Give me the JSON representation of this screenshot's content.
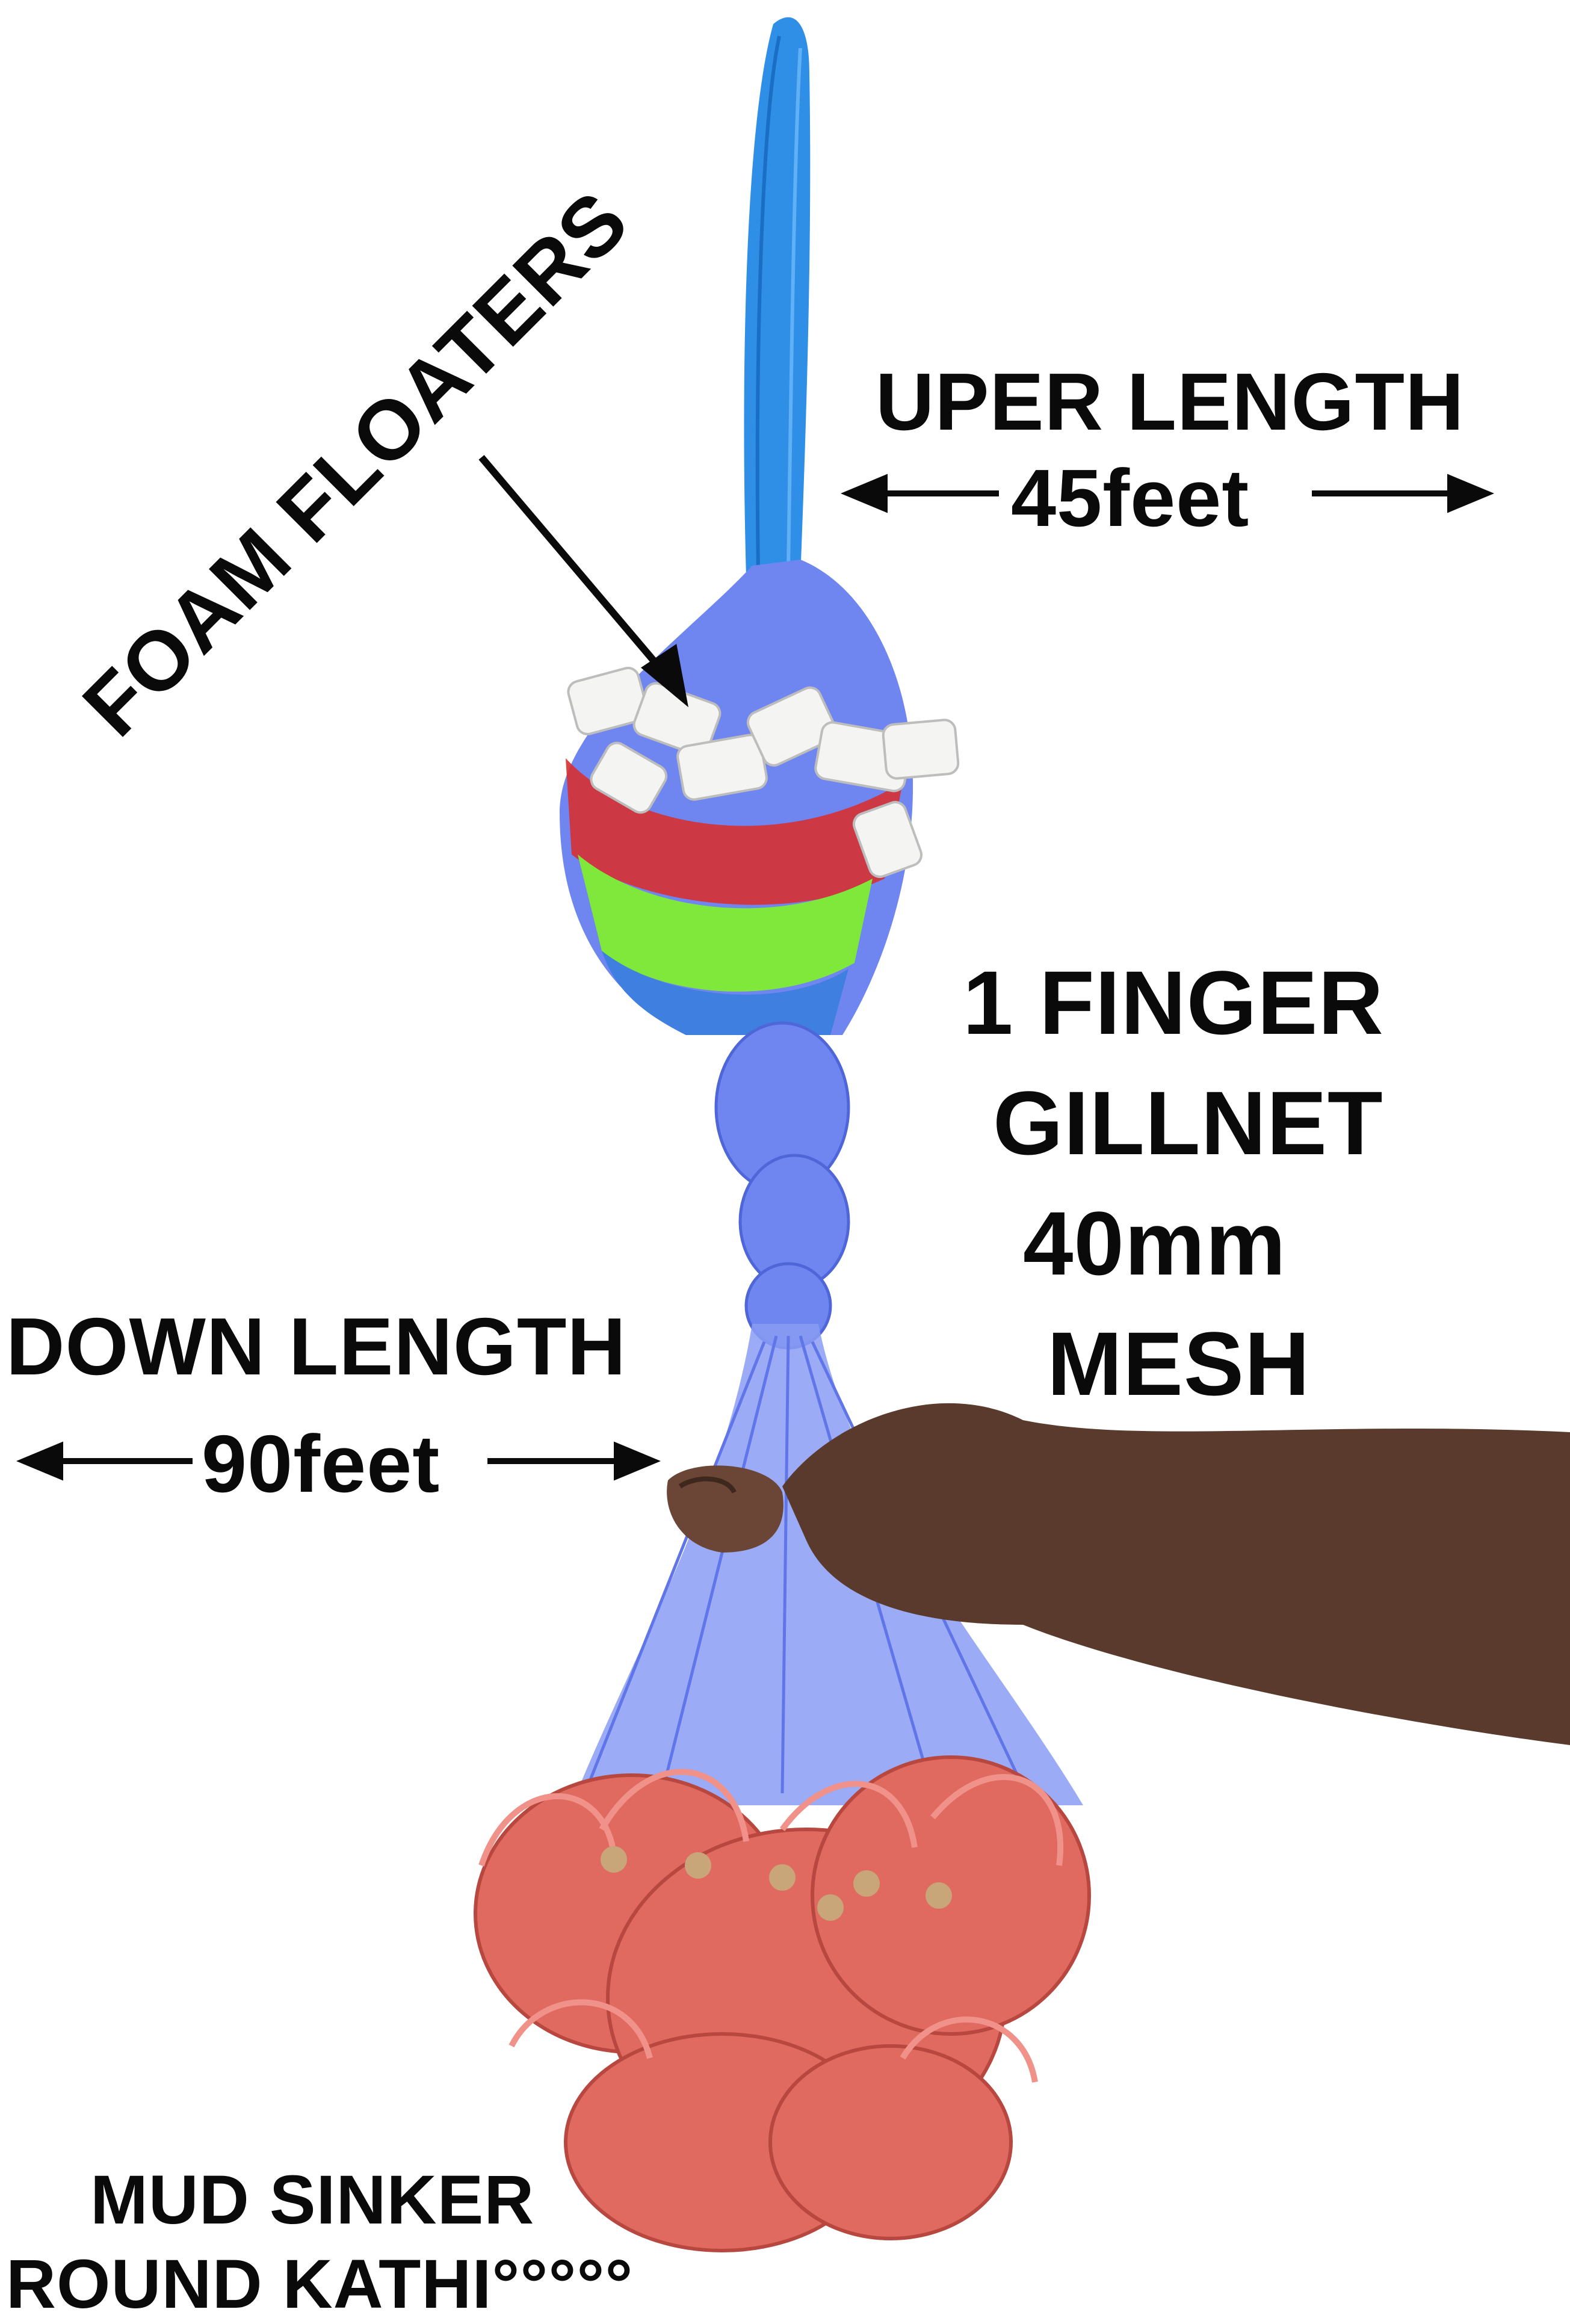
{
  "labels": {
    "foam_floaters": "FOAM FLOATERS",
    "upper_length_title": "UPER LENGTH",
    "upper_length_value": "45feet",
    "net_line1": "1 FINGER",
    "net_line2": "GILLNET",
    "net_line3": "40mm",
    "net_line4": "MESH",
    "down_length_title": "DOWN LENGTH",
    "down_length_value": "90feet",
    "sinker_line1": "MUD SINKER",
    "sinker_line2": "ROUND KATHI°°°°°"
  },
  "colors": {
    "rope_blue": "#2f8fe6",
    "net_blue": "#6f86f0",
    "net_red": "#d63030",
    "net_green": "#7fe83a",
    "sinker_red": "#e06a60",
    "skin": "#5a3a2c",
    "text": "#0a0a0a"
  }
}
